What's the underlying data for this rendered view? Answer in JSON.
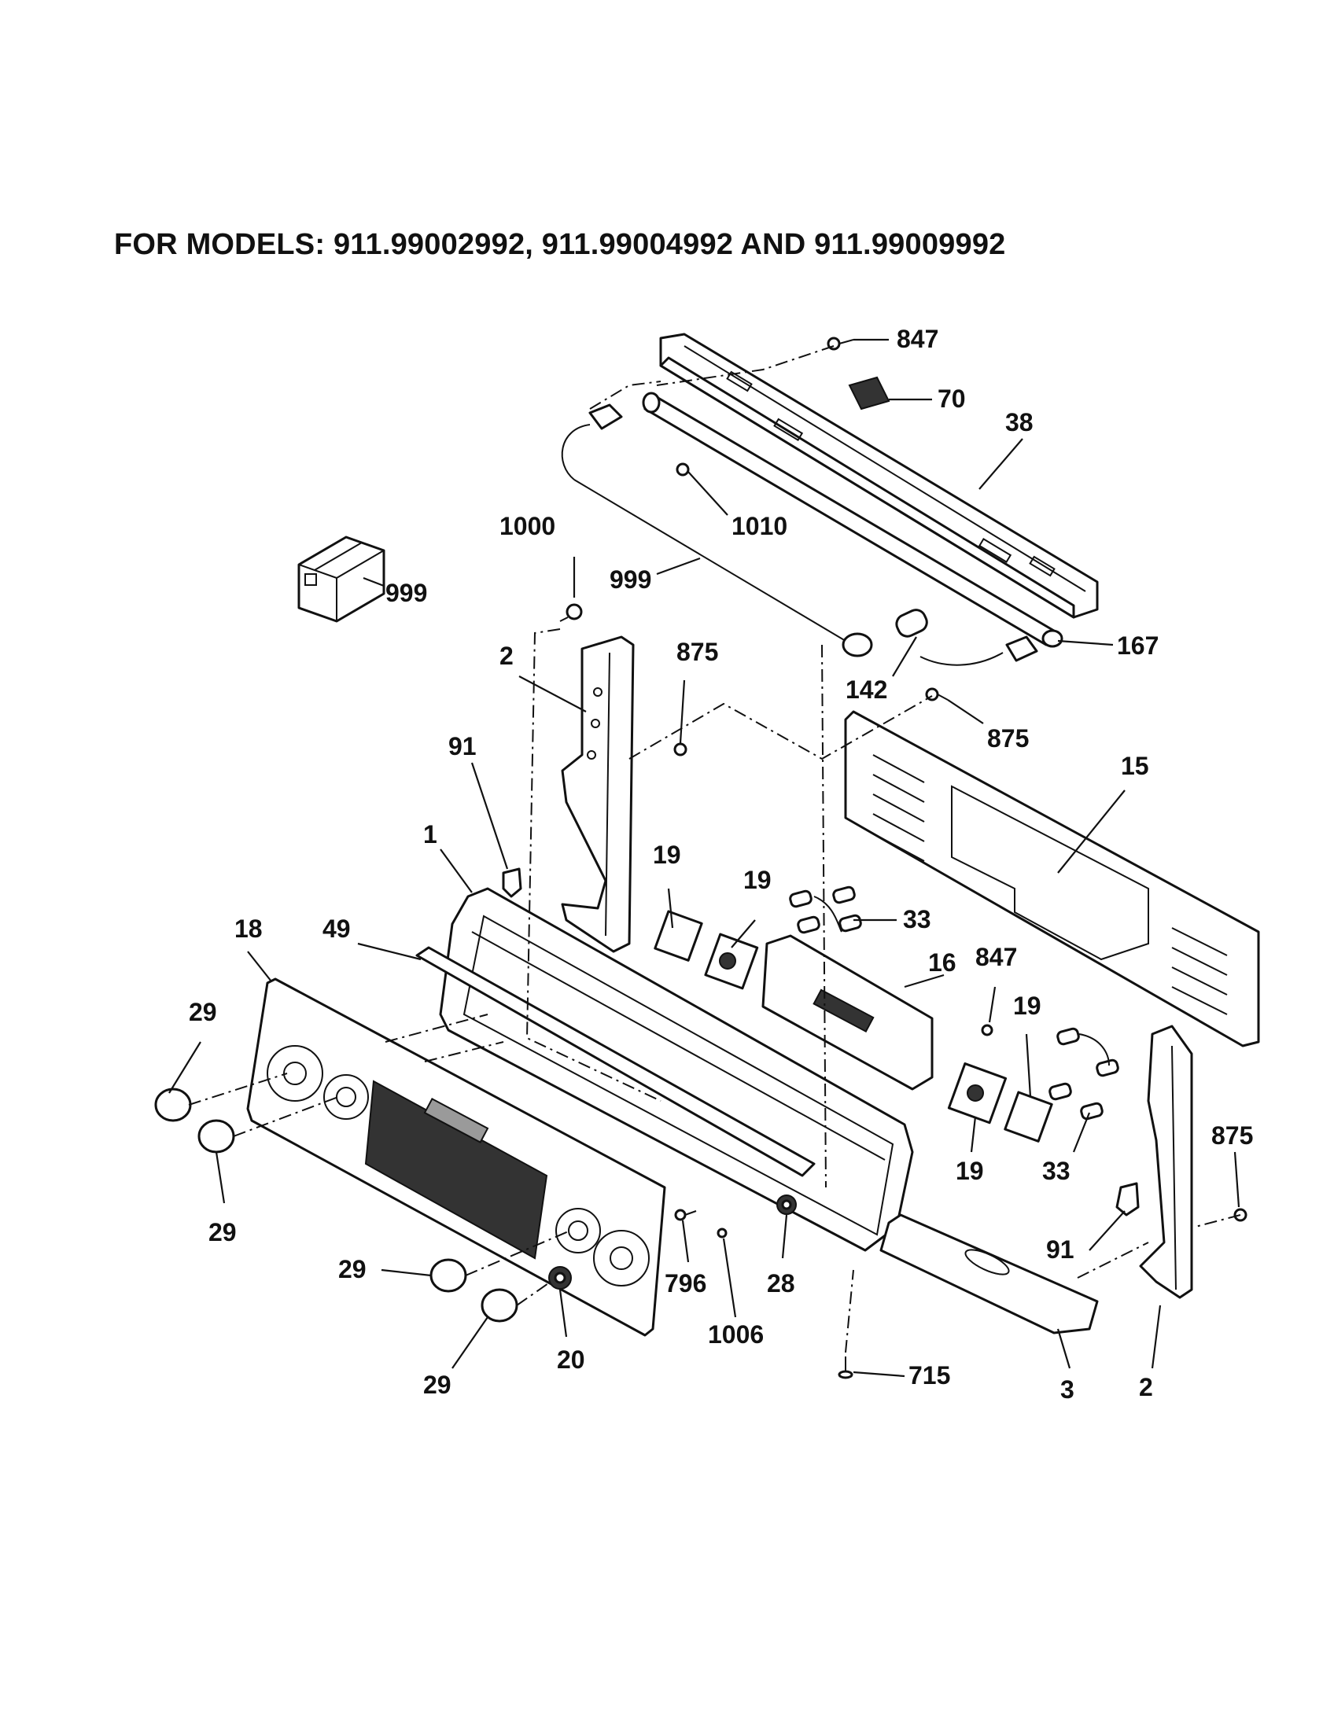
{
  "title": "FOR MODELS: 911.99002992, 911.99004992 AND 911.99009992",
  "callouts": {
    "c847_top": "847",
    "c70": "70",
    "c38": "38",
    "c1010": "1010",
    "c1000": "1000",
    "c999_box": "999",
    "c999_wire": "999",
    "c167": "167",
    "c142": "142",
    "c875_a": "875",
    "c875_b": "875",
    "c875_c": "875",
    "c2_left": "2",
    "c2_right": "2",
    "c91_left": "91",
    "c91_right": "91",
    "c15": "15",
    "c1": "1",
    "c19_a": "19",
    "c19_b": "19",
    "c19_c": "19",
    "c19_d": "19",
    "c33_a": "33",
    "c33_b": "33",
    "c16": "16",
    "c847_mid": "847",
    "c18": "18",
    "c49": "49",
    "c29_a": "29",
    "c29_b": "29",
    "c29_c": "29",
    "c29_d": "29",
    "c796": "796",
    "c28": "28",
    "c1006": "1006",
    "c20": "20",
    "c715": "715",
    "c3": "3"
  }
}
